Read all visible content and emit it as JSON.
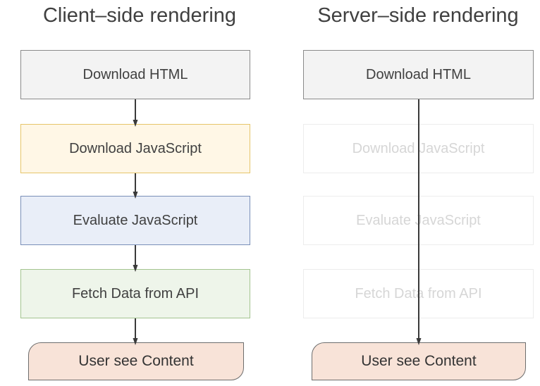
{
  "left": {
    "title": "Client–side rendering",
    "steps": [
      "Download HTML",
      "Download JavaScript",
      "Evaluate JavaScript",
      "Fetch Data from API"
    ],
    "result": "User see Content"
  },
  "right": {
    "title": "Server–side rendering",
    "steps": [
      "Download HTML",
      "Download JavaScript",
      "Evaluate JavaScript",
      "Fetch Data from API"
    ],
    "result": "User see Content"
  },
  "colors": {
    "html_step": "#f3f3f3",
    "js_download_step": "#fff7e6",
    "js_evaluate_step": "#e9eef8",
    "api_step": "#eef5ea",
    "result": "#f8e3d8",
    "skipped_step_text": "#d6d6d6",
    "arrow": "#3a3a3a"
  }
}
